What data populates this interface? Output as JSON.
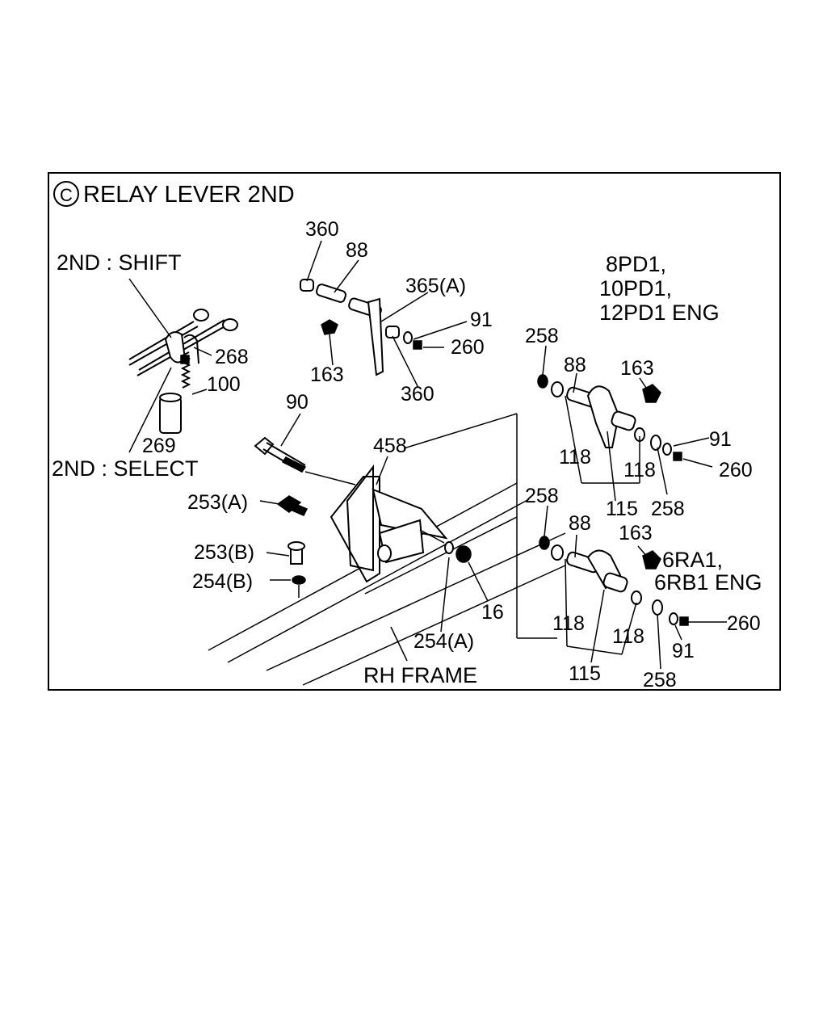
{
  "title": {
    "symbol": "C",
    "text": "RELAY LEVER 2ND"
  },
  "group_labels": {
    "shift": "2ND : SHIFT",
    "select": "2ND : SELECT",
    "eng_upper_1": "8PD1,",
    "eng_upper_2": "10PD1,",
    "eng_upper_3": "12PD1 ENG",
    "eng_lower_1": "6RA1,",
    "eng_lower_2": "6RB1 ENG",
    "frame": "RH FRAME"
  },
  "callouts": {
    "c360_top": "360",
    "c88_top": "88",
    "c365a": "365(A)",
    "c91_top": "91",
    "c260_top": "260",
    "c163_top": "163",
    "c360_mid": "360",
    "c268": "268",
    "c100": "100",
    "c269": "269",
    "c90": "90",
    "c458": "458",
    "c253a": "253(A)",
    "c253b": "253(B)",
    "c254b": "254(B)",
    "c16": "16",
    "c254a": "254(A)",
    "u258_a": "258",
    "u88": "88",
    "u163": "163",
    "u91": "91",
    "u260": "260",
    "u118_a": "118",
    "u118_b": "118",
    "u115": "115",
    "u258_b": "258",
    "l258_a": "258",
    "l88": "88",
    "l163": "163",
    "l260": "260",
    "l118_a": "118",
    "l118_b": "118",
    "l91": "91",
    "l115": "115",
    "l258_b": "258"
  }
}
